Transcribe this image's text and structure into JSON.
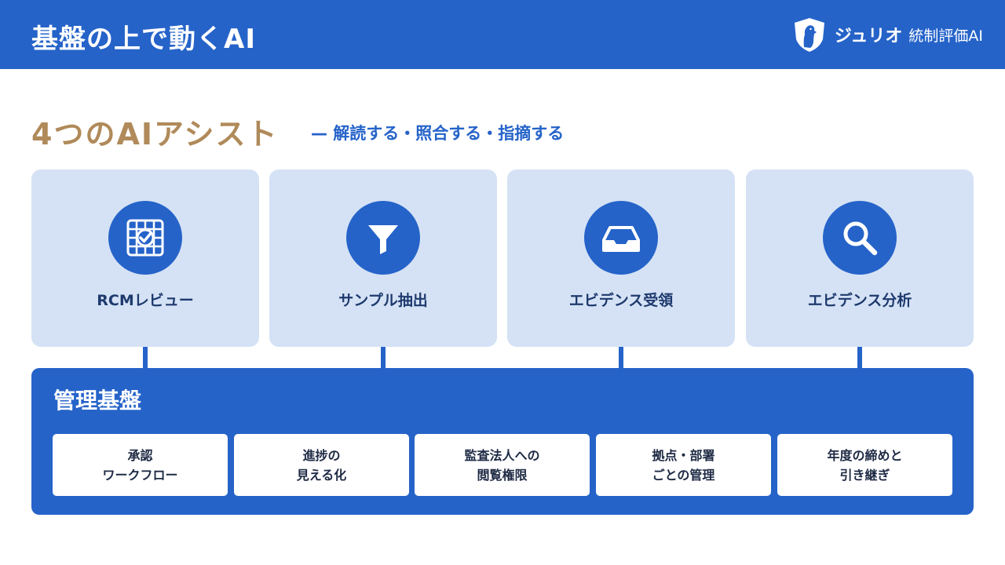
{
  "header": {
    "title": "基盤の上で動くAI",
    "brand_name": "ジュリオ",
    "brand_sub": "統制評価AI",
    "logo_icon": "seal-shield-icon"
  },
  "section": {
    "title": "4つのAIアシスト",
    "subtitle": "— 解読する・照合する・指摘する"
  },
  "assists": [
    {
      "label": "RCMレビュー",
      "icon": "grid-check-icon"
    },
    {
      "label": "サンプル抽出",
      "icon": "filter-icon"
    },
    {
      "label": "エビデンス受領",
      "icon": "inbox-tray-icon"
    },
    {
      "label": "エビデンス分析",
      "icon": "magnifier-icon"
    }
  ],
  "platform": {
    "title": "管理基盤",
    "features": [
      {
        "line1": "承認",
        "line2": "ワークフロー"
      },
      {
        "line1": "進捗の",
        "line2": "見える化"
      },
      {
        "line1": "監査法人への",
        "line2": "閲覧権限"
      },
      {
        "line1": "拠点・部署",
        "line2": "ごとの管理"
      },
      {
        "line1": "年度の締めと",
        "line2": "引き継ぎ"
      }
    ]
  },
  "colors": {
    "primary": "#2563c9",
    "card_bg": "#d5e2f5",
    "title_accent": "#b08a5a",
    "card_text": "#1e3a6e"
  }
}
